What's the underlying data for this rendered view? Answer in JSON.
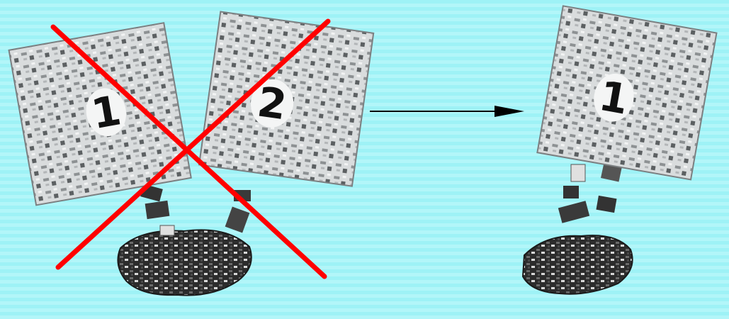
{
  "scene": {
    "background_color": "#a8f4f8",
    "cross_color": "#ff0000",
    "arrow_color": "#000000"
  },
  "bags": {
    "left_number": "1",
    "middle_number": "2",
    "right_number": "1"
  }
}
